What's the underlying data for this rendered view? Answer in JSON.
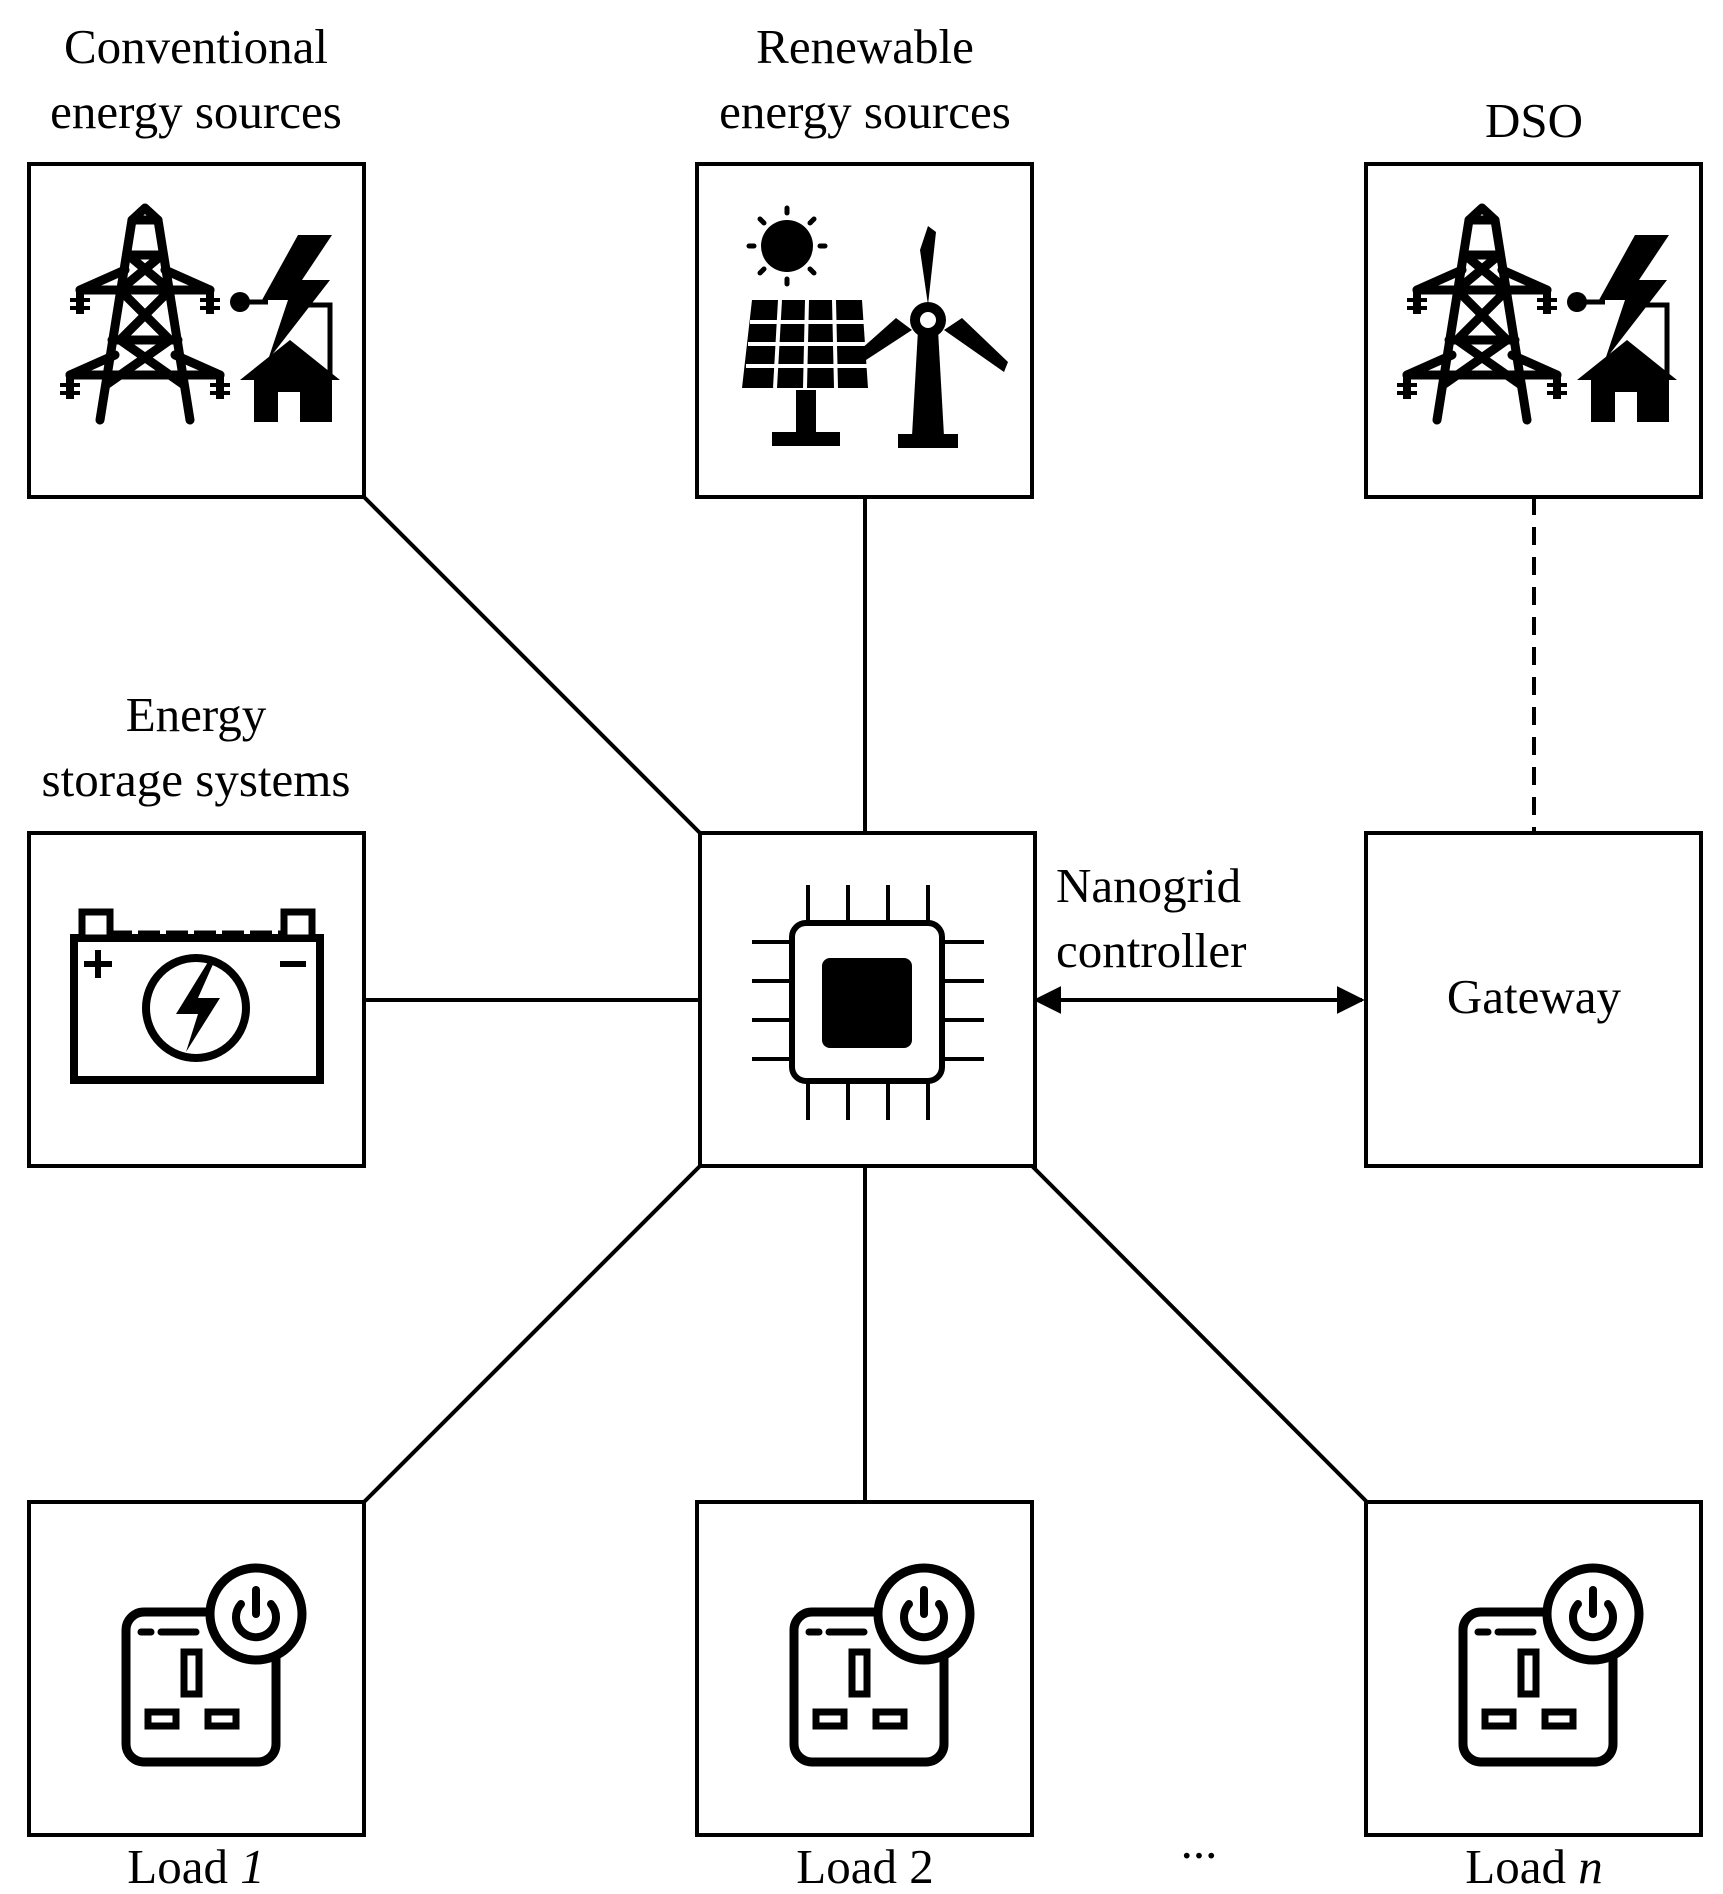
{
  "labels": {
    "conventional_line1": "Conventional",
    "conventional_line2": "energy sources",
    "renewable_line1": "Renewable",
    "renewable_line2": "energy sources",
    "dso": "DSO",
    "storage_line1": "Energy",
    "storage_line2": "storage systems",
    "controller_line1": "Nanogrid",
    "controller_line2": "controller",
    "gateway": "Gateway",
    "load1_prefix": "Load",
    "load1_index": "1",
    "load2": "Load 2",
    "ellipsis": "...",
    "loadn_prefix": "Load",
    "loadn_index": "n"
  },
  "icons": {
    "conventional": "power-grid-icon",
    "renewable": "solar-wind-icon",
    "dso": "power-grid-icon",
    "storage": "battery-icon",
    "controller": "microchip-icon",
    "loads": "smart-socket-icon"
  },
  "colors": {
    "stroke": "#000000",
    "fill": "#ffffff"
  }
}
